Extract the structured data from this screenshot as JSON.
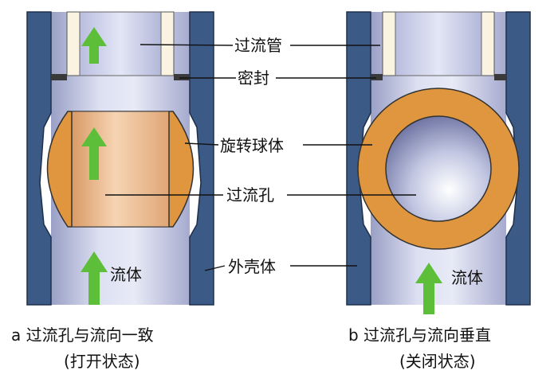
{
  "labels": {
    "pipe": "过流管",
    "seal": "密封",
    "ball": "旋转球体",
    "hole": "过流孔",
    "shell": "外壳体"
  },
  "flow_text": {
    "left": "流体",
    "right": "流体"
  },
  "captions": {
    "a_line1": "a  过流孔与流向一致",
    "a_line2": "(打开状态)",
    "b_line1": "b  过流孔与流向垂直",
    "b_line2": "(关闭状态)"
  },
  "colors": {
    "shell": "#3c5a86",
    "shell_edge": "#1e2f4a",
    "ball": "#e0963e",
    "hole_inner": "#f0c29a",
    "bore": "#c9cde6",
    "tube": "#fbf3e2",
    "arrow": "#5dbf39"
  }
}
